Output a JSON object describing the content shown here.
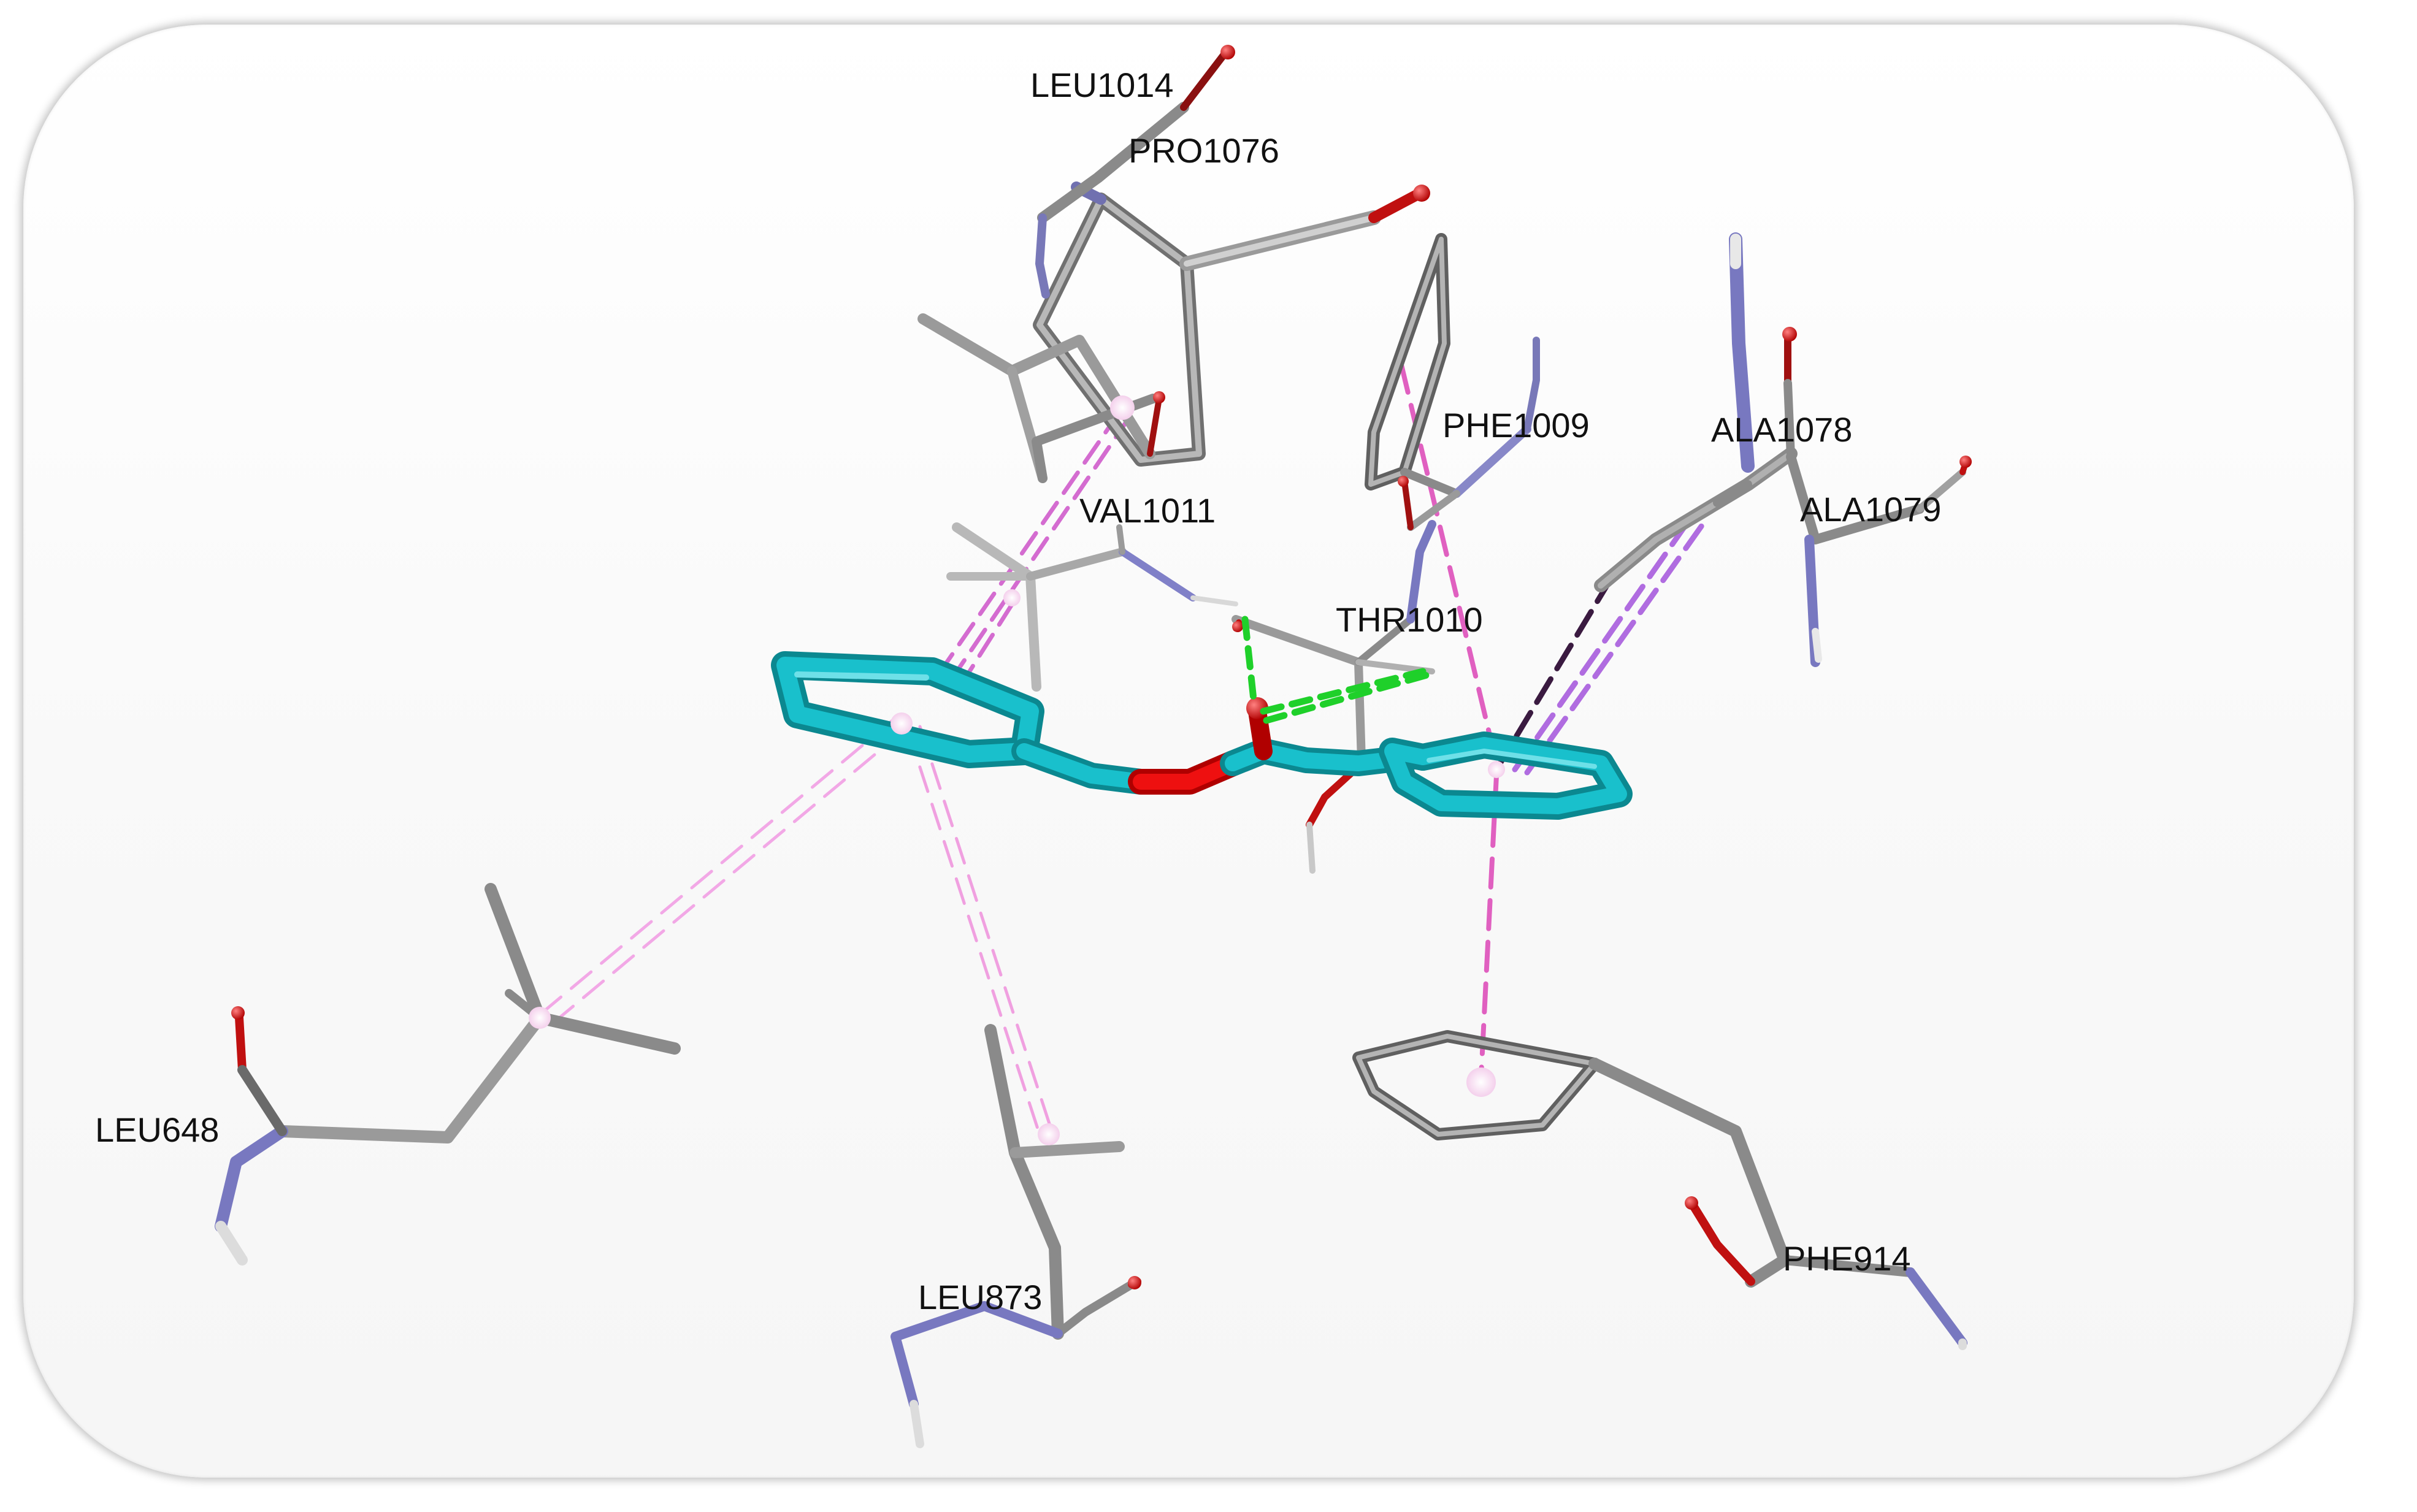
{
  "viewer": {
    "background": "#f8f8f8"
  },
  "colors": {
    "carbon": "#8a8a8a",
    "carbon_light": "#c8c8c8",
    "nitrogen": "#8080c8",
    "oxygen": "#e00000",
    "hydrogen": "#e8e8e8",
    "ligand": "#16b8c4",
    "hbond": "#22cc22",
    "pi_alkyl": "#f0a0e0",
    "pi_pi": "#e060c0",
    "pi_sigma": "#7030a0",
    "amide_pi": "#b070e0"
  },
  "residues": {
    "leu1014": "LEU1014",
    "pro1076": "PRO1076",
    "phe1009": "PHE1009",
    "ala1078": "ALA1078",
    "ala1079": "ALA1079",
    "val1011": "VAL1011",
    "thr1010": "THR1010",
    "leu648": "LEU648",
    "leu873": "LEU873",
    "phe914": "PHE914"
  }
}
